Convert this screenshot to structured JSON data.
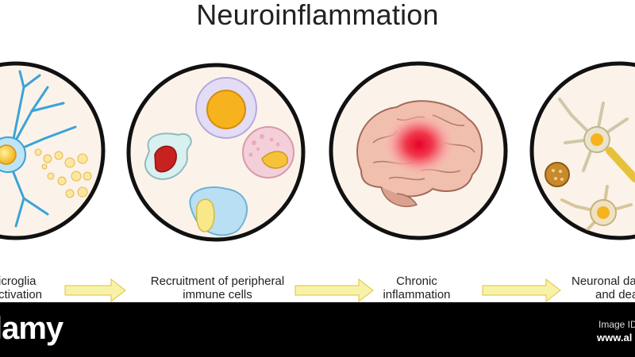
{
  "title": "Neuroinflammation",
  "stages": [
    {
      "line1": "icroglia",
      "line2": "ctivation"
    },
    {
      "line1": "Recruitment of peripheral",
      "line2": "immune cells"
    },
    {
      "line1": "Chronic",
      "line2": "inflammation"
    },
    {
      "line1": "Neuronal da",
      "line2": "and dea"
    }
  ],
  "footer": {
    "brand": "lamy",
    "image_id_label": "Image ID",
    "url_fragment": "www.al"
  },
  "colors": {
    "circle_fill": "#fbf3ea",
    "circle_stroke": "#111111",
    "arrow_fill": "#f8f2a8",
    "arrow_stroke": "#e0c240",
    "bar": "#000000"
  }
}
